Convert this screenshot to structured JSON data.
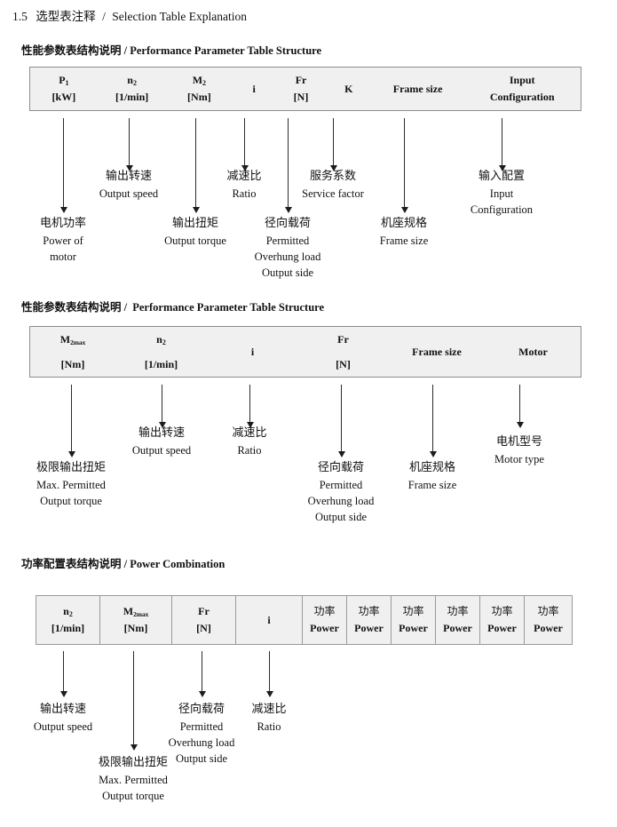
{
  "document": {
    "section_number": "1.5",
    "section_title_cn": "选型表注释",
    "section_title_sep": "/",
    "section_title_en": "Selection Table Explanation"
  },
  "sections": [
    {
      "heading_cn": "性能参数表结构说明",
      "heading_sep": "/",
      "heading_en": "Performance Parameter Table Structure",
      "table": {
        "headers": [
          {
            "symbol": "P",
            "sub": "1",
            "unit": "[kW]"
          },
          {
            "symbol": "n",
            "sub": "2",
            "unit": "[1/min]"
          },
          {
            "symbol": "M",
            "sub": "2",
            "unit": "[Nm]"
          },
          {
            "symbol": "i",
            "sub": "",
            "unit": ""
          },
          {
            "symbol": "Fr",
            "sub": "",
            "unit": "[N]"
          },
          {
            "symbol": "K",
            "sub": "",
            "unit": ""
          },
          {
            "symbol": "Frame size",
            "sub": "",
            "unit": ""
          },
          {
            "symbol": "Input",
            "sub": "",
            "unit": "Configuration"
          }
        ]
      },
      "notes": [
        {
          "cn": "电机功率",
          "en": [
            "Power of",
            "motor"
          ]
        },
        {
          "cn": "输出转速",
          "en": [
            "Output speed"
          ]
        },
        {
          "cn": "输出扭矩",
          "en": [
            "Output torque"
          ]
        },
        {
          "cn": "减速比",
          "en": [
            "Ratio"
          ]
        },
        {
          "cn": "径向载荷",
          "en": [
            "Permitted",
            "Overhung load",
            "Output side"
          ]
        },
        {
          "cn": "服务系数",
          "en": [
            "Service factor"
          ]
        },
        {
          "cn": "机座规格",
          "en": [
            "Frame size"
          ]
        },
        {
          "cn": "输入配置",
          "en": [
            "Input",
            "Configuration"
          ]
        }
      ]
    },
    {
      "heading_cn": "性能参数表结构说明",
      "heading_sep": "/",
      "heading_en": "Performance Parameter Table Structure",
      "table": {
        "headers": [
          {
            "symbol": "M",
            "sub": "2max",
            "unit": "[Nm]"
          },
          {
            "symbol": "n",
            "sub": "2",
            "unit": "[1/min]"
          },
          {
            "symbol": "i",
            "sub": "",
            "unit": ""
          },
          {
            "symbol": "Fr",
            "sub": "",
            "unit": "[N]"
          },
          {
            "symbol": "Frame size",
            "sub": "",
            "unit": ""
          },
          {
            "symbol": "Motor",
            "sub": "",
            "unit": ""
          }
        ]
      },
      "notes": [
        {
          "cn": "极限输出扭矩",
          "en": [
            "Max. Permitted",
            "Output  torque"
          ]
        },
        {
          "cn": "输出转速",
          "en": [
            "Output speed"
          ]
        },
        {
          "cn": "减速比",
          "en": [
            "Ratio"
          ]
        },
        {
          "cn": "径向载荷",
          "en": [
            "Permitted",
            "Overhung load",
            "Output side"
          ]
        },
        {
          "cn": "机座规格",
          "en": [
            "Frame size"
          ]
        },
        {
          "cn": "电机型号",
          "en": [
            "Motor type"
          ]
        }
      ]
    },
    {
      "heading_cn": "功率配置表结构说明",
      "heading_sep": "/",
      "heading_en": "Power Combination",
      "table": {
        "headers": [
          {
            "symbol": "n",
            "sub": "2",
            "unit": "[1/min]"
          },
          {
            "symbol": "M",
            "sub": "2max",
            "unit": "[Nm]"
          },
          {
            "symbol": "Fr",
            "sub": "",
            "unit": "[N]"
          },
          {
            "symbol": "i",
            "sub": "",
            "unit": ""
          },
          {
            "symbol": "功率",
            "sub": "",
            "unit": "Power"
          },
          {
            "symbol": "功率",
            "sub": "",
            "unit": "Power"
          },
          {
            "symbol": "功率",
            "sub": "",
            "unit": "Power"
          },
          {
            "symbol": "功率",
            "sub": "",
            "unit": "Power"
          },
          {
            "symbol": "功率",
            "sub": "",
            "unit": "Power"
          },
          {
            "symbol": "功率",
            "sub": "",
            "unit": "Power"
          }
        ]
      },
      "notes": [
        {
          "cn": "输出转速",
          "en": [
            "Output speed"
          ]
        },
        {
          "cn": "极限输出扭矩",
          "en": [
            "Max. Permitted",
            "Output  torque"
          ]
        },
        {
          "cn": "径向载荷",
          "en": [
            "Permitted",
            "Overhung load",
            "Output side"
          ]
        },
        {
          "cn": "减速比",
          "en": [
            "Ratio"
          ]
        }
      ]
    }
  ],
  "colors": {
    "table_bg": "#f0f0f0",
    "table_border": "#9a9a9a",
    "text": "#111111",
    "arrow": "#1c1c1c"
  }
}
